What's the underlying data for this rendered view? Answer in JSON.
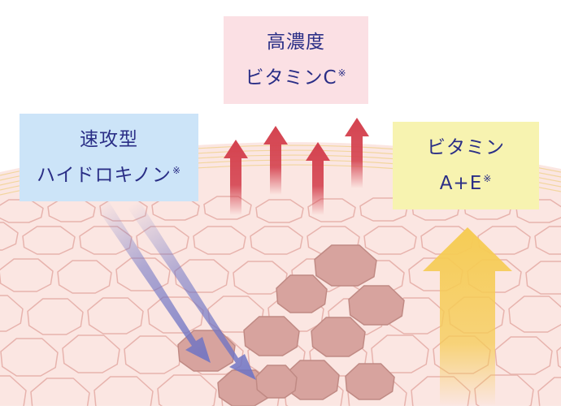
{
  "labels": {
    "hydroquinone": {
      "line1": "速攻型",
      "line2": "ハイドロキノン",
      "mark": "※"
    },
    "vitamin_c": {
      "line1": "高濃度",
      "line2": "ビタミンC",
      "mark": "※"
    },
    "vitamin_ae": {
      "line1": "ビタミン",
      "line2": "A+E",
      "mark": "※"
    }
  },
  "colors": {
    "skin_fill": "#fbe6e2",
    "cell_stroke": "#e7b3ad",
    "melanin_fill": "#d7a39e",
    "melanin_stroke": "#c08a84",
    "vitamin_c_arrow": "#d4424f",
    "hydroquinone_arrow": "#6f74c4",
    "vitamin_ae_arrow": "#f6cc55",
    "hydroquinone_box": "#cce4f8",
    "vitamin_c_box": "#fbe0e4",
    "vitamin_ae_box": "#f7f3b0",
    "label_text": "#2a2e86"
  }
}
